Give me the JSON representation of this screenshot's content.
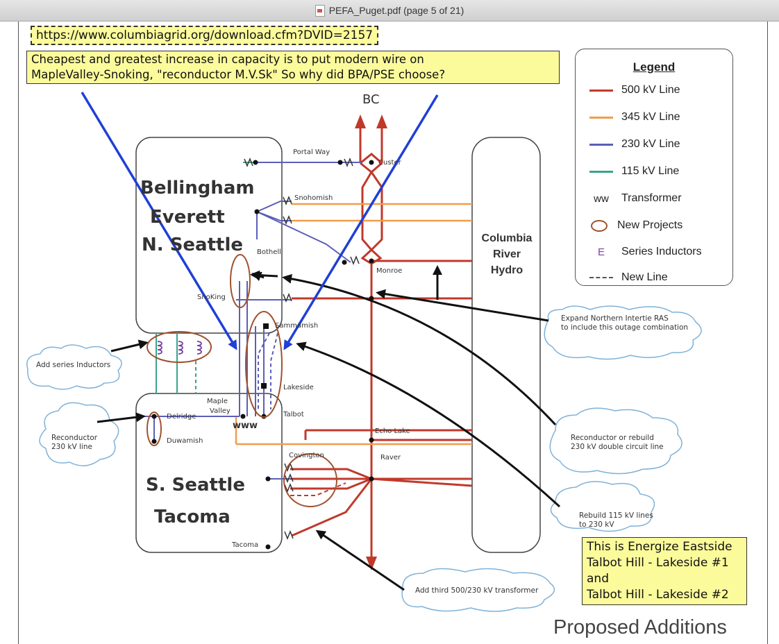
{
  "window": {
    "title": "PEFA_Puget.pdf (page 5 of 21)"
  },
  "notes": {
    "url": "https://www.columbiagrid.org/download.cfm?DVID=2157",
    "question_line1": "Cheapest and greatest increase in capacity is to put modern wire on",
    "question_line2": "MapleValley-Snoking, \"reconductor M.V.Sk\" So why did BPA/PSE choose?",
    "ee_line1": "This is Energize Eastside",
    "ee_line2": "Talbot Hill - Lakeside #1",
    "ee_line3": "and",
    "ee_line4": "Talbot Hill - Lakeside #2"
  },
  "legend": {
    "title": "Legend",
    "items": [
      {
        "label": "500 kV Line",
        "color": "#c0392b"
      },
      {
        "label": "345 kV Line",
        "color": "#f39c4a"
      },
      {
        "label": "230 kV Line",
        "color": "#5b5fb5"
      },
      {
        "label": "115 kV Line",
        "color": "#3aa38a"
      },
      {
        "label": "Transformer",
        "symbol": "ww"
      },
      {
        "label": "New Projects",
        "symbol": "oval"
      },
      {
        "label": "Series Inductors",
        "symbol": "E"
      },
      {
        "label": "New Line",
        "symbol": "dash"
      }
    ]
  },
  "regions": {
    "north": [
      "Bellingham",
      "Everett",
      "N. Seattle"
    ],
    "south": [
      "S. Seattle",
      "Tacoma"
    ],
    "hydro": [
      "Columbia",
      "River",
      "Hydro"
    ]
  },
  "stations": {
    "bc": "BC",
    "portal_way": "Portal Way",
    "custer": "Custer",
    "snohomish": "Snohomish",
    "bothell": "Bothell",
    "monroe": "Monroe",
    "snoking": "SnoKing",
    "sammamish": "Sammamish",
    "lakeside": "Lakeside",
    "maple_valley_1": "Maple",
    "maple_valley_2": "Valley",
    "talbot": "Talbot",
    "delridge": "Delridge",
    "duwamish": "Duwamish",
    "echo_lake": "Echo Lake",
    "covington": "Covington",
    "raver": "Raver",
    "tacoma": "Tacoma",
    "transformer_glyph": "www"
  },
  "clouds": {
    "series": "Add series Inductors",
    "recond230_1": "Reconductor",
    "recond230_2": "230 kV line",
    "northern_1": "Expand Northern Intertie RAS",
    "northern_2": "to include this outage combination",
    "rebuild_1": "Reconductor or rebuild",
    "rebuild_2": "230 kV double circuit line",
    "r115_1": "Rebuild 115 kV lines",
    "r115_2": "to 230 kV",
    "third": "Add third 500/230 kV transformer"
  },
  "footer": {
    "title": "Proposed Additions"
  }
}
